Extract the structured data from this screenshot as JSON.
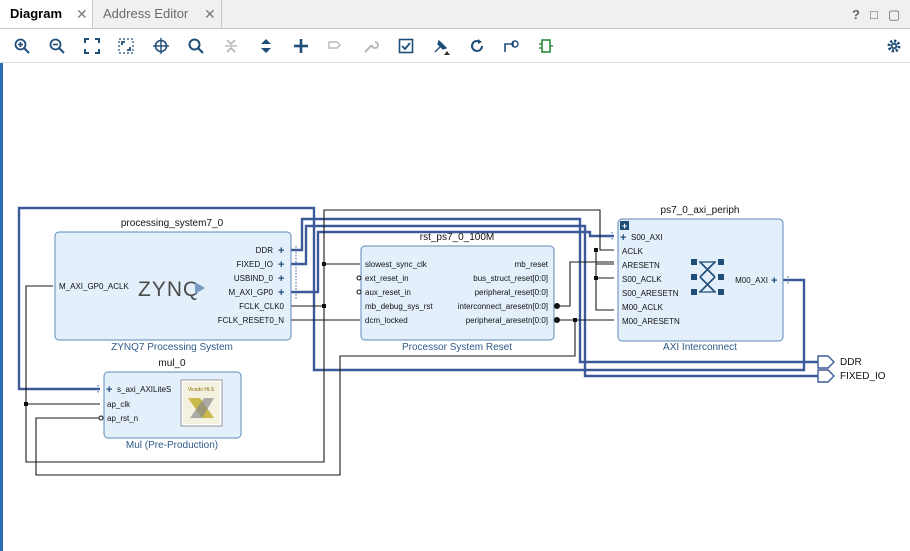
{
  "tabs": [
    {
      "label": "Diagram",
      "active": true
    },
    {
      "label": "Address Editor",
      "active": false
    }
  ],
  "window_controls": {
    "help": "?"
  },
  "toolbar": {
    "icons": [
      "zoom-in-icon",
      "zoom-out-icon",
      "fit-full-icon",
      "fit-selection-icon",
      "auto-connect-icon",
      "search-icon",
      "collapse-all-icon",
      "expand-all-icon",
      "add-ip-icon",
      "create-port-icon",
      "properties-icon",
      "validate-icon",
      "pin-icon",
      "regenerate-icon",
      "optimize-routing-icon",
      "hierarchy-icon",
      "settings-icon"
    ]
  },
  "blocks": {
    "ps7": {
      "title": "processing_system7_0",
      "subtitle": "ZYNQ7 Processing System",
      "logo": "ZYNQ",
      "left_ports": [
        "M_AXI_GP0_ACLK"
      ],
      "right_ports": [
        "DDR",
        "FIXED_IO",
        "USBIND_0",
        "M_AXI_GP0",
        "FCLK_CLK0",
        "FCLK_RESET0_N"
      ]
    },
    "rst": {
      "title": "rst_ps7_0_100M",
      "subtitle": "Processor System Reset",
      "left_ports": [
        "slowest_sync_clk",
        "ext_reset_in",
        "aux_reset_in",
        "mb_debug_sys_rst",
        "dcm_locked"
      ],
      "right_ports": [
        "mb_reset",
        "bus_struct_reset[0:0]",
        "peripheral_reset[0:0]",
        "interconnect_aresetn[0:0]",
        "peripheral_aresetn[0:0]"
      ]
    },
    "axi": {
      "title": "ps7_0_axi_periph",
      "subtitle": "AXI Interconnect",
      "left_ports": [
        "S00_AXI",
        "ACLK",
        "ARESETN",
        "S00_ACLK",
        "S00_ARESETN",
        "M00_ACLK",
        "M00_ARESETN"
      ],
      "right_ports": [
        "M00_AXI"
      ]
    },
    "mul": {
      "title": "mul_0",
      "subtitle": "Mul (Pre-Production)",
      "badge": "Vivado HLS",
      "left_ports": [
        "s_axi_AXILiteS",
        "ap_clk",
        "ap_rst_n"
      ]
    }
  },
  "external_ports": [
    "DDR",
    "FIXED_IO"
  ],
  "colors": {
    "block_fill": "#e3effb",
    "block_border": "#5d8ab8",
    "bus_wire": "#3c5a99",
    "signal_wire": "#1a1a1a",
    "subtitle": "#2f5a8a",
    "tab_active_text": "#000000"
  }
}
